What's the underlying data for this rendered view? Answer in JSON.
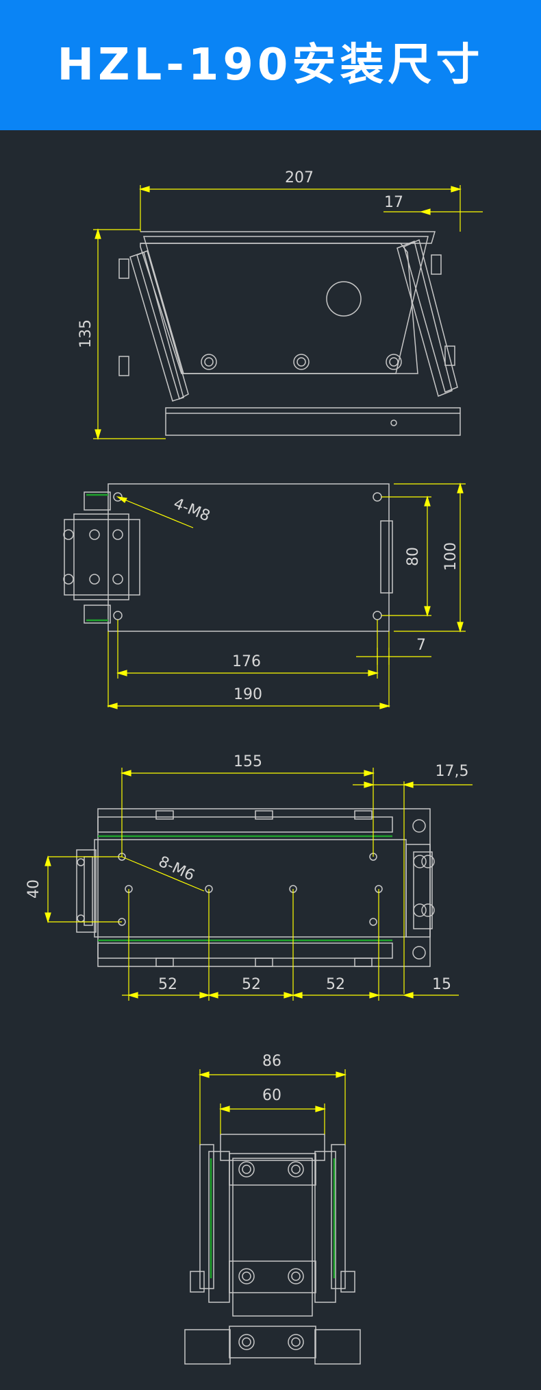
{
  "header": {
    "title": "HZL-190安装尺寸"
  },
  "colors": {
    "header_bg": "#0a84f5",
    "background": "#222930",
    "outline": "#c8c8c8",
    "dimension": "#ffff00",
    "accent": "#1fa32c"
  },
  "side_view": {
    "width": "207",
    "offset": "17",
    "height": "135"
  },
  "top_view": {
    "holes": "4-M8",
    "span_y": "100",
    "pitch_y": "80",
    "inset": "7",
    "pitch_x": "176",
    "length": "190"
  },
  "bottom_view": {
    "holes": "8-M6",
    "span_x": "155",
    "offset": "17,5",
    "pitch_y": "40",
    "pitch_1": "52",
    "pitch_2": "52",
    "pitch_3": "52",
    "end_offset": "15"
  },
  "end_view": {
    "outer_width": "86",
    "inner_width": "60"
  }
}
